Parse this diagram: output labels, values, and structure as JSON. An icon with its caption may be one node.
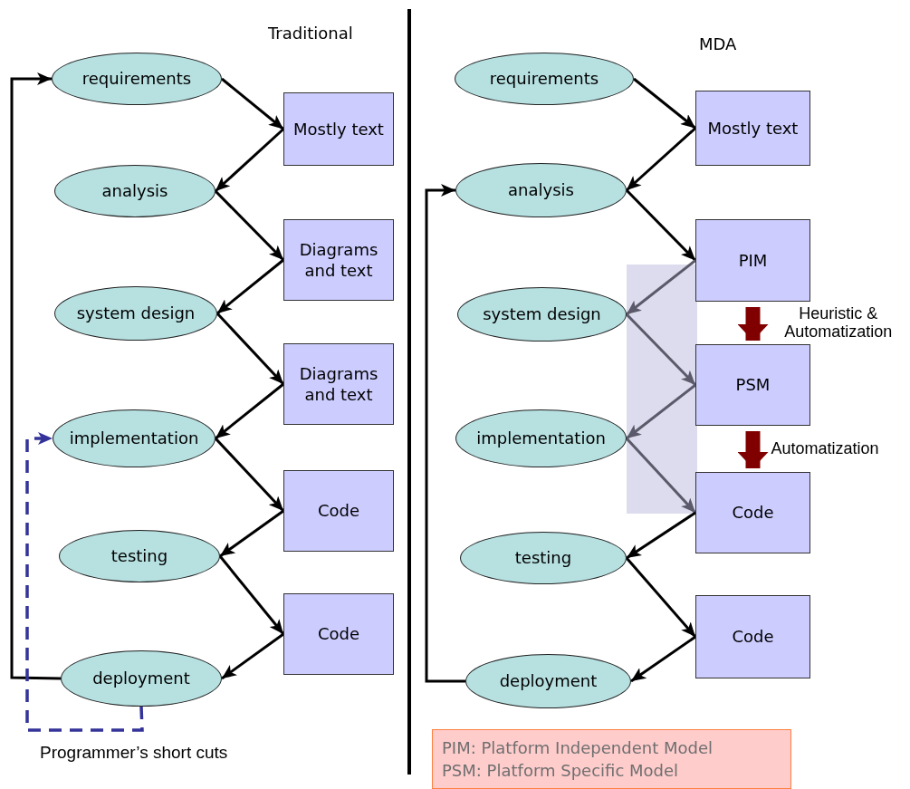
{
  "diagram": {
    "nodes": [
      {
        "text": [
          "requirements"
        ]
      },
      {
        "text": [
          "Mostly text"
        ]
      },
      {
        "text": [
          "analysis"
        ]
      },
      {
        "text": [
          "Diagrams and text"
        ]
      },
      {
        "text": [
          "system design"
        ]
      },
      {
        "text": [
          "Diagrams and text"
        ]
      },
      {
        "text": [
          "implementation"
        ]
      },
      {
        "text": [
          "Code"
        ]
      },
      {
        "text": [
          "testing"
        ]
      },
      {
        "text": [
          "Code"
        ]
      },
      {
        "text": [
          "deployment"
        ]
      },
      {
        "text": [
          "requirements"
        ]
      },
      {
        "text": [
          "Mostly text"
        ]
      },
      {
        "text": [
          "analysis"
        ]
      },
      {
        "text": [
          "PIM"
        ]
      },
      {
        "text": [
          "system design"
        ]
      },
      {
        "text": [
          "PSM"
        ]
      },
      {
        "text": [
          "implementation"
        ]
      },
      {
        "text": [
          "Code"
        ]
      },
      {
        "text": [
          "testing"
        ]
      },
      {
        "text": [
          "Code"
        ]
      },
      {
        "text": [
          "deployment"
        ]
      },
      {
        "text": [
          "PIM: Platform Independent Model",
          "PSM: Platform Specific Model"
        ]
      }
    ],
    "edges": [
      {
        "from": 0,
        "to": 1,
        "arrow": "to"
      },
      {
        "from": 1,
        "to": 2,
        "arrow": "to"
      },
      {
        "from": 2,
        "to": 3,
        "arrow": "to"
      },
      {
        "from": 3,
        "to": 4,
        "arrow": "to"
      },
      {
        "from": 4,
        "to": 5,
        "arrow": "to"
      },
      {
        "from": 5,
        "to": 6,
        "arrow": "to"
      },
      {
        "from": 6,
        "to": 7,
        "arrow": "to"
      },
      {
        "from": 7,
        "to": 8,
        "arrow": "to"
      },
      {
        "from": 8,
        "to": 9,
        "arrow": "to"
      },
      {
        "from": 9,
        "to": 10,
        "arrow": "to"
      },
      {
        "from": 10,
        "to": 0,
        "arrow": "to"
      },
      {
        "from": 10,
        "to": 6,
        "arrow": "to",
        "style": "dashed",
        "color": "#333399"
      },
      {
        "from": 11,
        "to": 12,
        "arrow": "to"
      },
      {
        "from": 12,
        "to": 13,
        "arrow": "to"
      },
      {
        "from": 13,
        "to": 14,
        "arrow": "to"
      },
      {
        "from": 14,
        "to": 15,
        "arrow": "to",
        "color": "#5a5a6a"
      },
      {
        "from": 15,
        "to": 16,
        "arrow": "to",
        "color": "#5a5a6a"
      },
      {
        "from": 16,
        "to": 17,
        "arrow": "to",
        "color": "#5a5a6a"
      },
      {
        "from": 17,
        "to": 18,
        "arrow": "to",
        "color": "#5a5a6a"
      },
      {
        "from": 18,
        "to": 19,
        "arrow": "to"
      },
      {
        "from": 19,
        "to": 20,
        "arrow": "to"
      },
      {
        "from": 20,
        "to": 21,
        "arrow": "to"
      },
      {
        "from": 21,
        "to": 13,
        "arrow": "to"
      },
      {
        "from": 14,
        "to": 16,
        "arrow": "to",
        "style": "thick",
        "color": "#800000",
        "label": "Heuristic & Automatization"
      },
      {
        "from": 16,
        "to": 18,
        "arrow": "to",
        "style": "thick",
        "color": "#800000",
        "label": "Automatization"
      }
    ],
    "labels": [
      "Traditional",
      "MDA",
      "Programmer’s short cuts"
    ]
  }
}
